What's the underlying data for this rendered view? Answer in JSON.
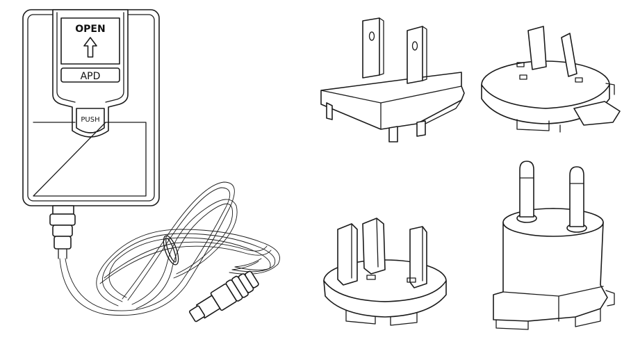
{
  "adapter": {
    "open_label": "OPEN",
    "brand_label": "APD",
    "push_label": "PUSH"
  },
  "items": [
    {
      "name": "power-adapter-with-cable"
    },
    {
      "name": "us-plug-adapter"
    },
    {
      "name": "au-plug-adapter"
    },
    {
      "name": "uk-plug-adapter"
    },
    {
      "name": "eu-plug-adapter"
    }
  ]
}
